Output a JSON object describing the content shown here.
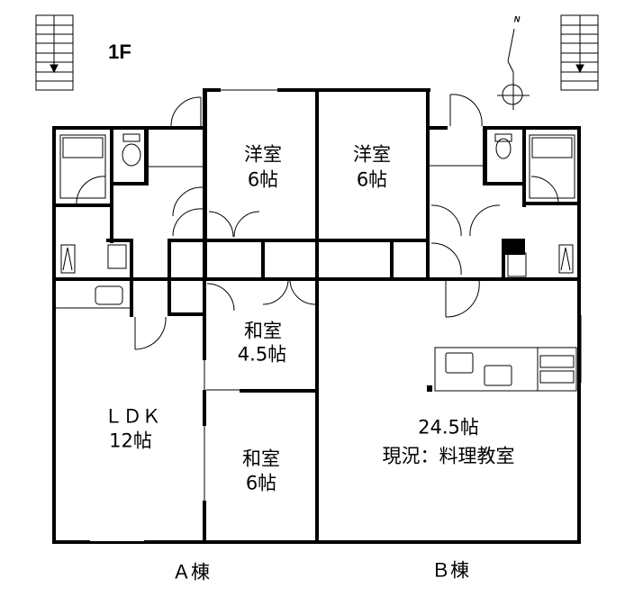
{
  "floor_label": "1F",
  "north_label": "N",
  "rooms": {
    "western_left": {
      "name": "洋室",
      "size": "6帖"
    },
    "western_right": {
      "name": "洋室",
      "size": "6帖"
    },
    "japanese_small": {
      "name": "和室",
      "size": "4.5帖"
    },
    "ldk": {
      "name": "ＬＤＫ",
      "size": "12帖"
    },
    "japanese_large": {
      "name": "和室",
      "size": "6帖"
    },
    "b_main": {
      "size": "24.5帖",
      "note": "現況：料理教室"
    }
  },
  "buildings": {
    "a": "Ａ棟",
    "b": "Ｂ棟"
  }
}
